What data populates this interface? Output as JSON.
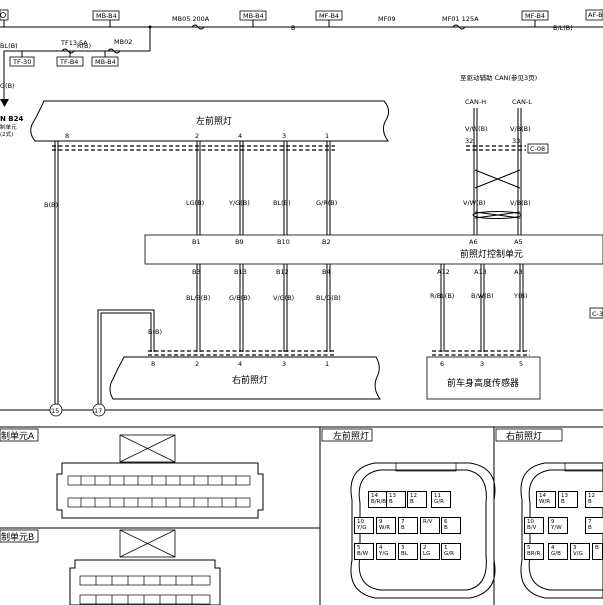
{
  "top_fuse": {
    "mb_b4_left": "MB-B4",
    "mb05": "MB05 200A",
    "mb_b4_right": "MB-B4",
    "b_label": "B",
    "mf_b4": "MF-B4",
    "mf09": "MF09",
    "mf01": "MF01 125A",
    "mf_b4_right": "MF-B4",
    "bl_b_right": "B/L(B)",
    "af_tag": "AF-B"
  },
  "left_branch": {
    "tf13": "TF13 5A",
    "bl_b": "BL(B)",
    "r_b": "R(B)",
    "mb02": "MB02",
    "tf30": "TF-30",
    "tf_b4": "TF-B4",
    "mb_b4": "MB-B4",
    "g_b": "G(B)",
    "n_b24": "N B24",
    "n_sub1": "制单元",
    "n_sub2": "(2式)"
  },
  "can": {
    "title": "至驱动辅助 CAN(参见3页)",
    "can_h": "CAN-H",
    "can_l": "CAN-L",
    "vw_b": "V/W(B)",
    "vb_b": "V/B(B)",
    "pin32": "32",
    "pin33": "33",
    "c08": "C-08",
    "vw_b2": "V/W(B)",
    "vb_b2": "V/B(B)"
  },
  "left_headlamp": {
    "title": "左前照灯",
    "pins": [
      "8",
      "2",
      "4",
      "3",
      "1"
    ],
    "wires": [
      "B(B)",
      "LG(B)",
      "Y/G(B)",
      "BL(B)",
      "G/R(B)"
    ]
  },
  "control_unit": {
    "title": "前照灯控制单元",
    "top_pins": [
      "B1",
      "B9",
      "B10",
      "B2",
      "A6",
      "A5"
    ],
    "bottom_pins": [
      "B3",
      "B13",
      "B12",
      "B4",
      "A12",
      "A13",
      "A3"
    ],
    "side_tag": "C-3"
  },
  "right_headlamp": {
    "title": "右前照灯",
    "pins": [
      "8",
      "2",
      "4",
      "3",
      "1"
    ],
    "wires": [
      "B(B)",
      "BL/B(B)",
      "G/B(B)",
      "V/G(B)",
      "BL/G(B)"
    ]
  },
  "level_sensor": {
    "title": "前车身高度传感器",
    "pins": [
      "6",
      "3",
      "5"
    ],
    "wires": [
      "R/BL(B)",
      "B/W(B)",
      "Y(B)"
    ]
  },
  "junctions": [
    "15",
    "17"
  ],
  "panels": {
    "unit_a": "制单元A",
    "unit_b": "制单元B",
    "left_lamp": "左前照灯",
    "right_lamp": "右前照灯"
  },
  "left_connector_cells": [
    {
      "pin": "14",
      "wire": "B/R/B"
    },
    {
      "pin": "13",
      "wire": "B"
    },
    {
      "pin": "12",
      "wire": "B"
    },
    {
      "pin": "11",
      "wire": "G/R"
    },
    {
      "pin": "10",
      "wire": "Y/G"
    },
    {
      "pin": "9",
      "wire": "W/R"
    },
    {
      "pin": "7",
      "wire": "B"
    },
    {
      "pin": "",
      "wire": "R/V"
    },
    {
      "pin": "6",
      "wire": "B"
    },
    {
      "pin": "5",
      "wire": "B/W"
    },
    {
      "pin": "4",
      "wire": "Y/G"
    },
    {
      "pin": "3",
      "wire": "BL"
    },
    {
      "pin": "2",
      "wire": "LG"
    },
    {
      "pin": "1",
      "wire": "G/R"
    }
  ],
  "right_connector_cells": [
    {
      "pin": "14",
      "wire": "W/R"
    },
    {
      "pin": "13",
      "wire": "B"
    },
    {
      "pin": "12",
      "wire": "B"
    },
    {
      "pin": "10",
      "wire": "B/V"
    },
    {
      "pin": "9",
      "wire": "Y/W"
    },
    {
      "pin": "7",
      "wire": "B"
    },
    {
      "pin": "5",
      "wire": "BR/R"
    },
    {
      "pin": "4",
      "wire": "G/B"
    },
    {
      "pin": "3",
      "wire": "V/G"
    },
    {
      "pin": "",
      "wire": "B"
    }
  ]
}
